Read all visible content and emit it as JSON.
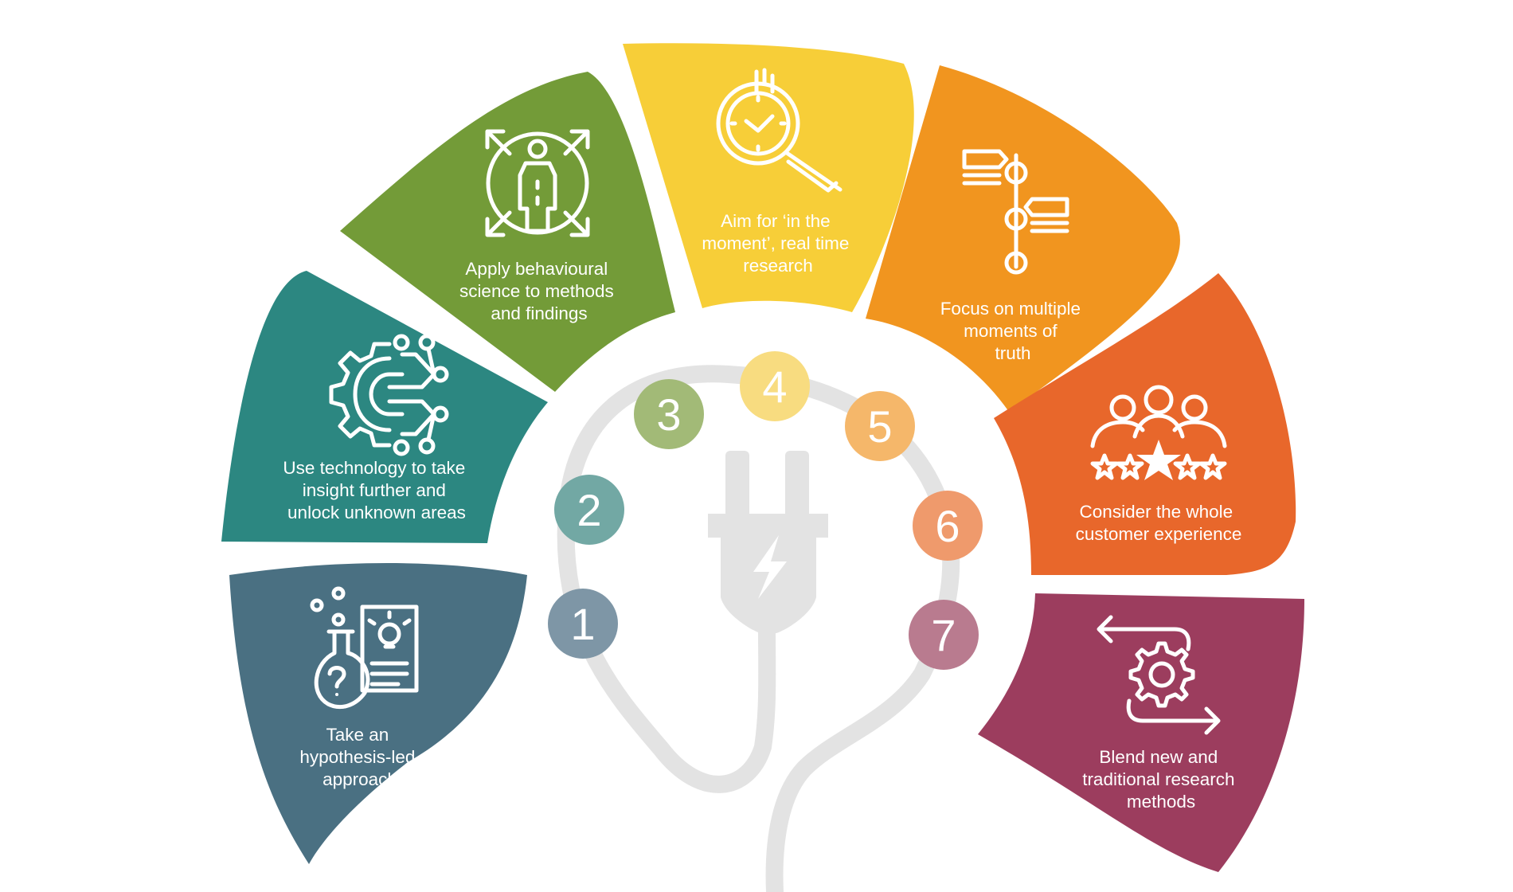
{
  "steps": [
    {
      "number": "1",
      "lines": [
        "Take an",
        "hypothesis-led",
        "approach"
      ],
      "segment_color": "#4a7082",
      "circle_color": "#7e96a6",
      "icon": "hypothesis-flask-icon"
    },
    {
      "number": "2",
      "lines": [
        "Use technology to take",
        "insight further and",
        "unlock unknown areas"
      ],
      "segment_color": "#2c8781",
      "circle_color": "#72a8a4",
      "icon": "technology-gear-icon"
    },
    {
      "number": "3",
      "lines": [
        "Apply behavioural",
        "science to methods",
        "and findings"
      ],
      "segment_color": "#739b38",
      "circle_color": "#a2ba77",
      "icon": "behaviour-person-icon"
    },
    {
      "number": "4",
      "lines": [
        "Aim for ‘in the",
        "moment’, real time",
        "research"
      ],
      "segment_color": "#f7ce38",
      "circle_color": "#f8dc80",
      "icon": "stopwatch-magnifier-icon"
    },
    {
      "number": "5",
      "lines": [
        "Focus on multiple",
        "moments of",
        "truth"
      ],
      "segment_color": "#f1951f",
      "circle_color": "#f5b76a",
      "icon": "timeline-icon"
    },
    {
      "number": "6",
      "lines": [
        "Consider the whole",
        "customer experience"
      ],
      "segment_color": "#e8672b",
      "circle_color": "#ef9a6c",
      "icon": "customer-rating-icon"
    },
    {
      "number": "7",
      "lines": [
        "Blend new and",
        "traditional research",
        "methods"
      ],
      "segment_color": "#9c3d5e",
      "circle_color": "#b97b8f",
      "icon": "blend-cycle-gear-icon"
    }
  ],
  "center_icon": "power-plug-icon",
  "cable_color": "#e3e3e3"
}
